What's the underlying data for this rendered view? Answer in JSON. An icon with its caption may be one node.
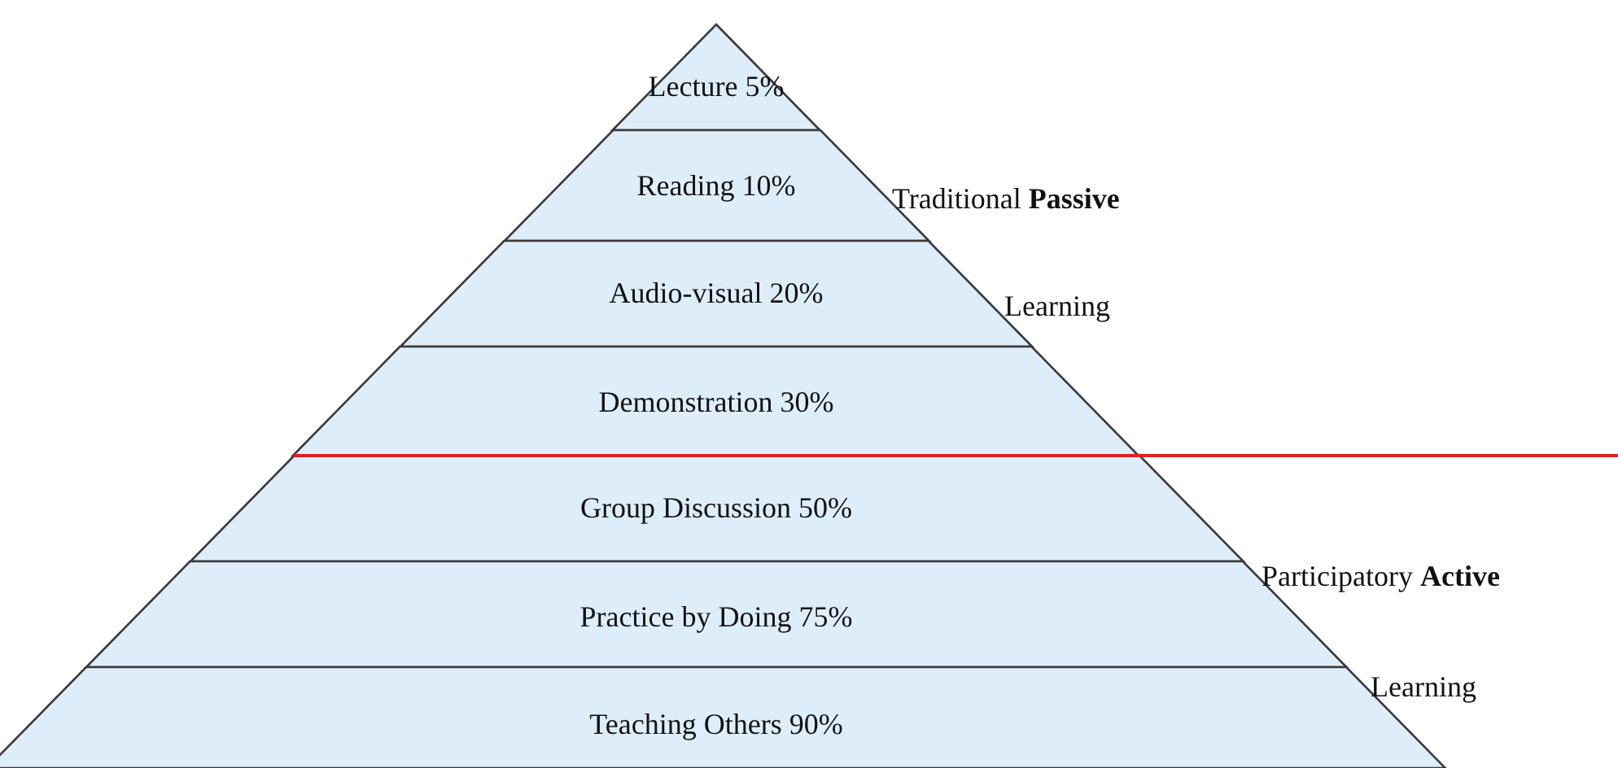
{
  "diagram": {
    "nodes": [
      {
        "text": [
          "Lecture 5%"
        ]
      },
      {
        "text": [
          "Reading 10%"
        ]
      },
      {
        "text": [
          "Audio-visual 20%"
        ]
      },
      {
        "text": [
          "Demonstration 30%"
        ]
      },
      {
        "text": [
          "Group Discussion 50%"
        ]
      },
      {
        "text": [
          "Practice by Doing 75%"
        ]
      },
      {
        "text": [
          "Teaching Others 90%"
        ]
      }
    ],
    "labels": [
      "Traditional **Passive**",
      "Learning",
      "Participatory **Active**",
      "Learning"
    ]
  }
}
